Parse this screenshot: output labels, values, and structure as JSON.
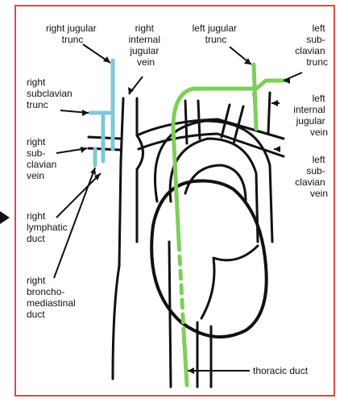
{
  "colors": {
    "frame": "#d94a4a",
    "duct_right": "#7ec8d8",
    "duct_left": "#7ecf5a",
    "vessel_stroke": "#111111",
    "pointer": "#111111"
  },
  "labels": {
    "right_jugular_trunc": [
      "right jugular",
      "trunc"
    ],
    "right_internal_jugular_vein": [
      "right",
      "internal",
      "jugular",
      "vein"
    ],
    "left_jugular_trunc": [
      "left jugular",
      "trunc"
    ],
    "left_subclavian_trunc": [
      "left",
      "sub-",
      "clavian",
      "trunc"
    ],
    "right_subclavian_trunc": [
      "right",
      "subclavian",
      "trunc"
    ],
    "left_internal_jugular_vein": [
      "left",
      "internal",
      "jugular",
      "vein"
    ],
    "right_subclavian_vein": [
      "right",
      "sub-",
      "clavian",
      "vein"
    ],
    "left_subclavian_vein": [
      "left",
      "sub-",
      "clavian",
      "vein"
    ],
    "right_lymphatic_duct": [
      "right",
      "lymphatic",
      "duct"
    ],
    "right_bronchomediastinal_duct": [
      "right",
      "broncho-",
      "mediastinal",
      "duct"
    ],
    "thoracic_duct": [
      "thoracic duct"
    ]
  }
}
